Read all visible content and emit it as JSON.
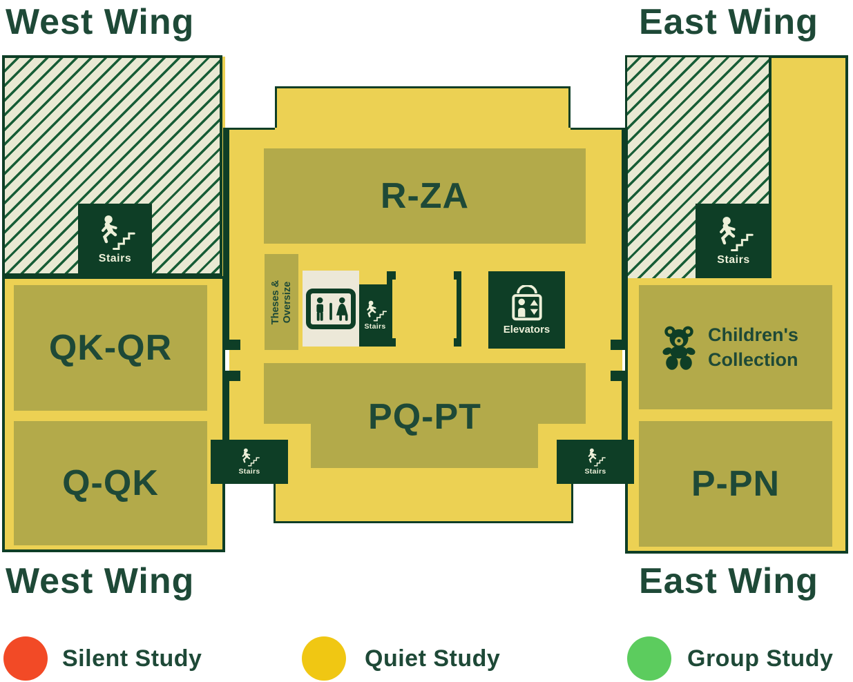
{
  "palette": {
    "structure_green": "#0e3e26",
    "text_green": "#1e4937",
    "map_yellow": "#ecd153",
    "olive": "#b3aa4a",
    "hatch_background": "#e9e9d3",
    "hatch_line": "#175d36",
    "restroom_cream": "#ece8d8",
    "icon_cream": "#edf0d9"
  },
  "wings": {
    "west": "West Wing",
    "east": "East Wing"
  },
  "rooms": {
    "rza": "R-ZA",
    "pqpt": "PQ-PT",
    "qkqr": "QK-QR",
    "qqk": "Q-QK",
    "ppn": "P-PN"
  },
  "labels": {
    "stairs": "Stairs",
    "elevators": "Elevators",
    "theses_line1": "Theses &",
    "theses_line2": "Oversize",
    "childrens_line1": "Children's",
    "childrens_line2": "Collection"
  },
  "icons": {
    "stairs_icon": "person climbing stairs",
    "elevator_icon": "elevator car with passenger and up-down arrows",
    "restroom_icon": "man and woman figures with divider",
    "teddy_bear_icon": "teddy bear"
  },
  "legend": [
    {
      "label": "Silent Study",
      "color": "#f24a26"
    },
    {
      "label": "Quiet Study",
      "color": "#f0c713"
    },
    {
      "label": "Group Study",
      "color": "#5ccc5e"
    }
  ]
}
